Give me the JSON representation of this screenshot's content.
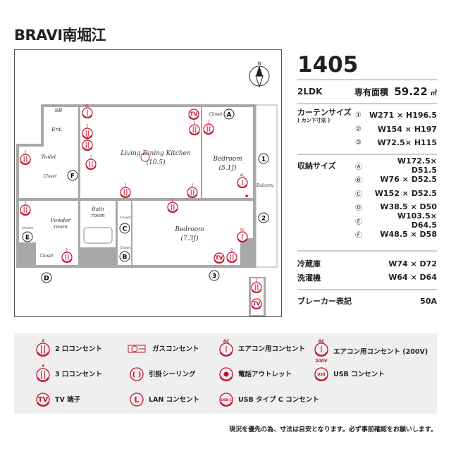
{
  "title": "BRAVI南堀江",
  "unit": {
    "number": "1405",
    "layout": "2LDK",
    "area_label": "専有面積",
    "area_value": "59.22",
    "area_unit": "㎡"
  },
  "curtain": {
    "label": "カーテンサイズ",
    "sublabel": "( カン下寸法 )",
    "items": [
      {
        "mark": "①",
        "value": "W271 × H196.5"
      },
      {
        "mark": "②",
        "value": "W154 × H197"
      },
      {
        "mark": "③",
        "value": "W72.5× H115"
      }
    ]
  },
  "storage": {
    "label": "収納サイズ",
    "items": [
      {
        "mark": "Ⓐ",
        "value": "W172.5× D51.5"
      },
      {
        "mark": "Ⓑ",
        "value": "W76 × D52.5"
      },
      {
        "mark": "Ⓒ",
        "value": "W152 × D52.5"
      },
      {
        "mark": "Ⓓ",
        "value": "W38.5 × D50"
      },
      {
        "mark": "Ⓔ",
        "value": "W103.5× D64.5"
      },
      {
        "mark": "Ⓕ",
        "value": "W48.5 × D58"
      }
    ]
  },
  "appliances": [
    {
      "label": "冷蔵庫",
      "value": "W74 × D72"
    },
    {
      "label": "洗濯機",
      "value": "W64 × D64"
    }
  ],
  "breaker": {
    "label": "ブレーカー表記",
    "value": "50A"
  },
  "plan": {
    "compass": "N",
    "rooms": {
      "sb": "SB",
      "ent": "Ent.",
      "toilet": "Toilet",
      "closet": "Closet",
      "ldk": "Living Dining Kitchen",
      "ldk_size": "(10.5)",
      "bed1": "Bedroom",
      "bed1_size": "(5.1J)",
      "balcony": "Balcony",
      "bath1": "Bath",
      "bath2": "room",
      "powder1": "Powder",
      "powder2": "room",
      "bed2": "Bedroom",
      "bed2_size": "(7.3J)"
    },
    "marks": {
      "a": "A",
      "b": "B",
      "c": "C",
      "d": "D",
      "e": "E",
      "f": "F",
      "w1": "1",
      "w2": "2",
      "w3": "3"
    }
  },
  "legend": [
    {
      "icon": "outlet-2",
      "label": "2 口コンセント"
    },
    {
      "icon": "gas-outlet",
      "label": "ガスコンセント"
    },
    {
      "icon": "ac-outlet",
      "label": "エアコン用コンセント"
    },
    {
      "icon": "ac-outlet-200v",
      "label": "エアコン用コンセント (200V)"
    },
    {
      "icon": "outlet-3",
      "label": "3 口コンセント"
    },
    {
      "icon": "ceiling-hook",
      "label": "引掛シーリング"
    },
    {
      "icon": "phone-outlet",
      "label": "電話アウトレット"
    },
    {
      "icon": "usb-outlet",
      "label": "USB コンセント"
    },
    {
      "icon": "tv-terminal",
      "label": "TV 端子"
    },
    {
      "icon": "lan-outlet",
      "label": "LAN コンセント"
    },
    {
      "icon": "usb-c-outlet",
      "label": "USB タイプ C コンセント"
    }
  ],
  "note": "現況を優先の為、寸法は目安となります。必ず事前確認をお願いします。",
  "colors": {
    "accent": "#c4122f",
    "wall": "#a8a8a8",
    "legend_bg": "#efefef"
  }
}
